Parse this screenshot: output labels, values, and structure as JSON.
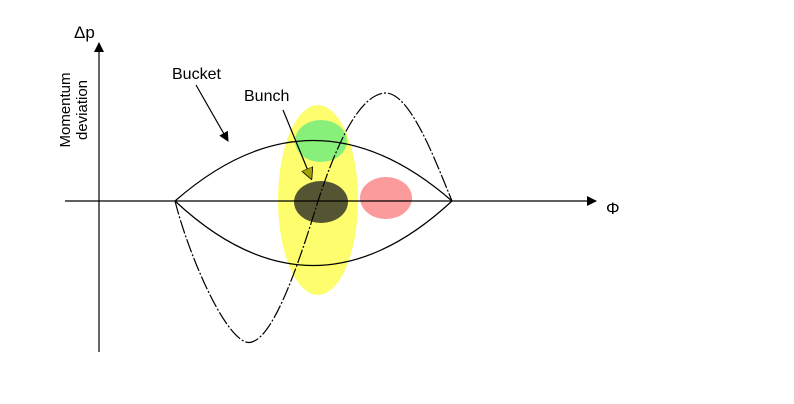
{
  "labels": {
    "y_axis_symbol": "Δp",
    "y_axis_title_line1": "Momentum",
    "y_axis_title_line2": "deviation",
    "x_axis_symbol": "Φ",
    "bucket": "Bucket",
    "bunch": "Bunch"
  },
  "colors": {
    "line": "#000000",
    "yellow_region": "#fdfd6e",
    "green_bunch": "#88f07a",
    "dark_bunch": "#555533",
    "red_bunch": "#fb9b9b",
    "bunch_arrow": "#a3a300"
  }
}
